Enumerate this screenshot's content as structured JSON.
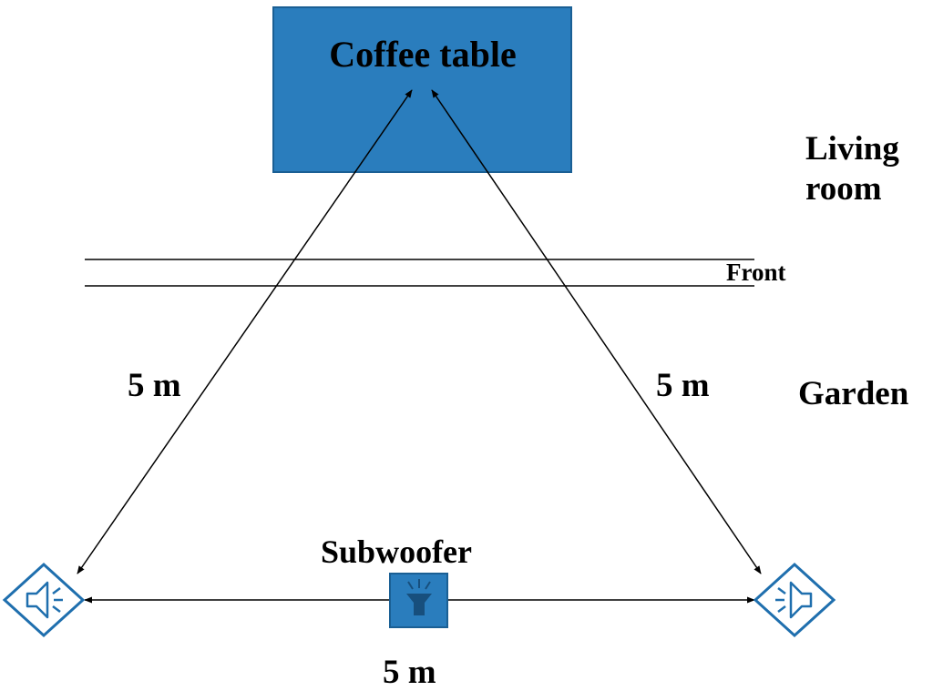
{
  "room": {
    "living_label": "Living room",
    "garden_label": "Garden",
    "front_label": "Front"
  },
  "table": {
    "label": "Coffee table",
    "color": "#2a7dbd"
  },
  "subwoofer": {
    "label": "Subwoofer",
    "icon": "subwoofer-icon",
    "color": "#2a7dbd"
  },
  "speakers": {
    "left_icon": "speaker-left-icon",
    "right_icon": "speaker-right-icon",
    "outline_color": "#1f6fae"
  },
  "distances": {
    "left": "5 m",
    "right": "5 m",
    "bottom": "5 m"
  }
}
